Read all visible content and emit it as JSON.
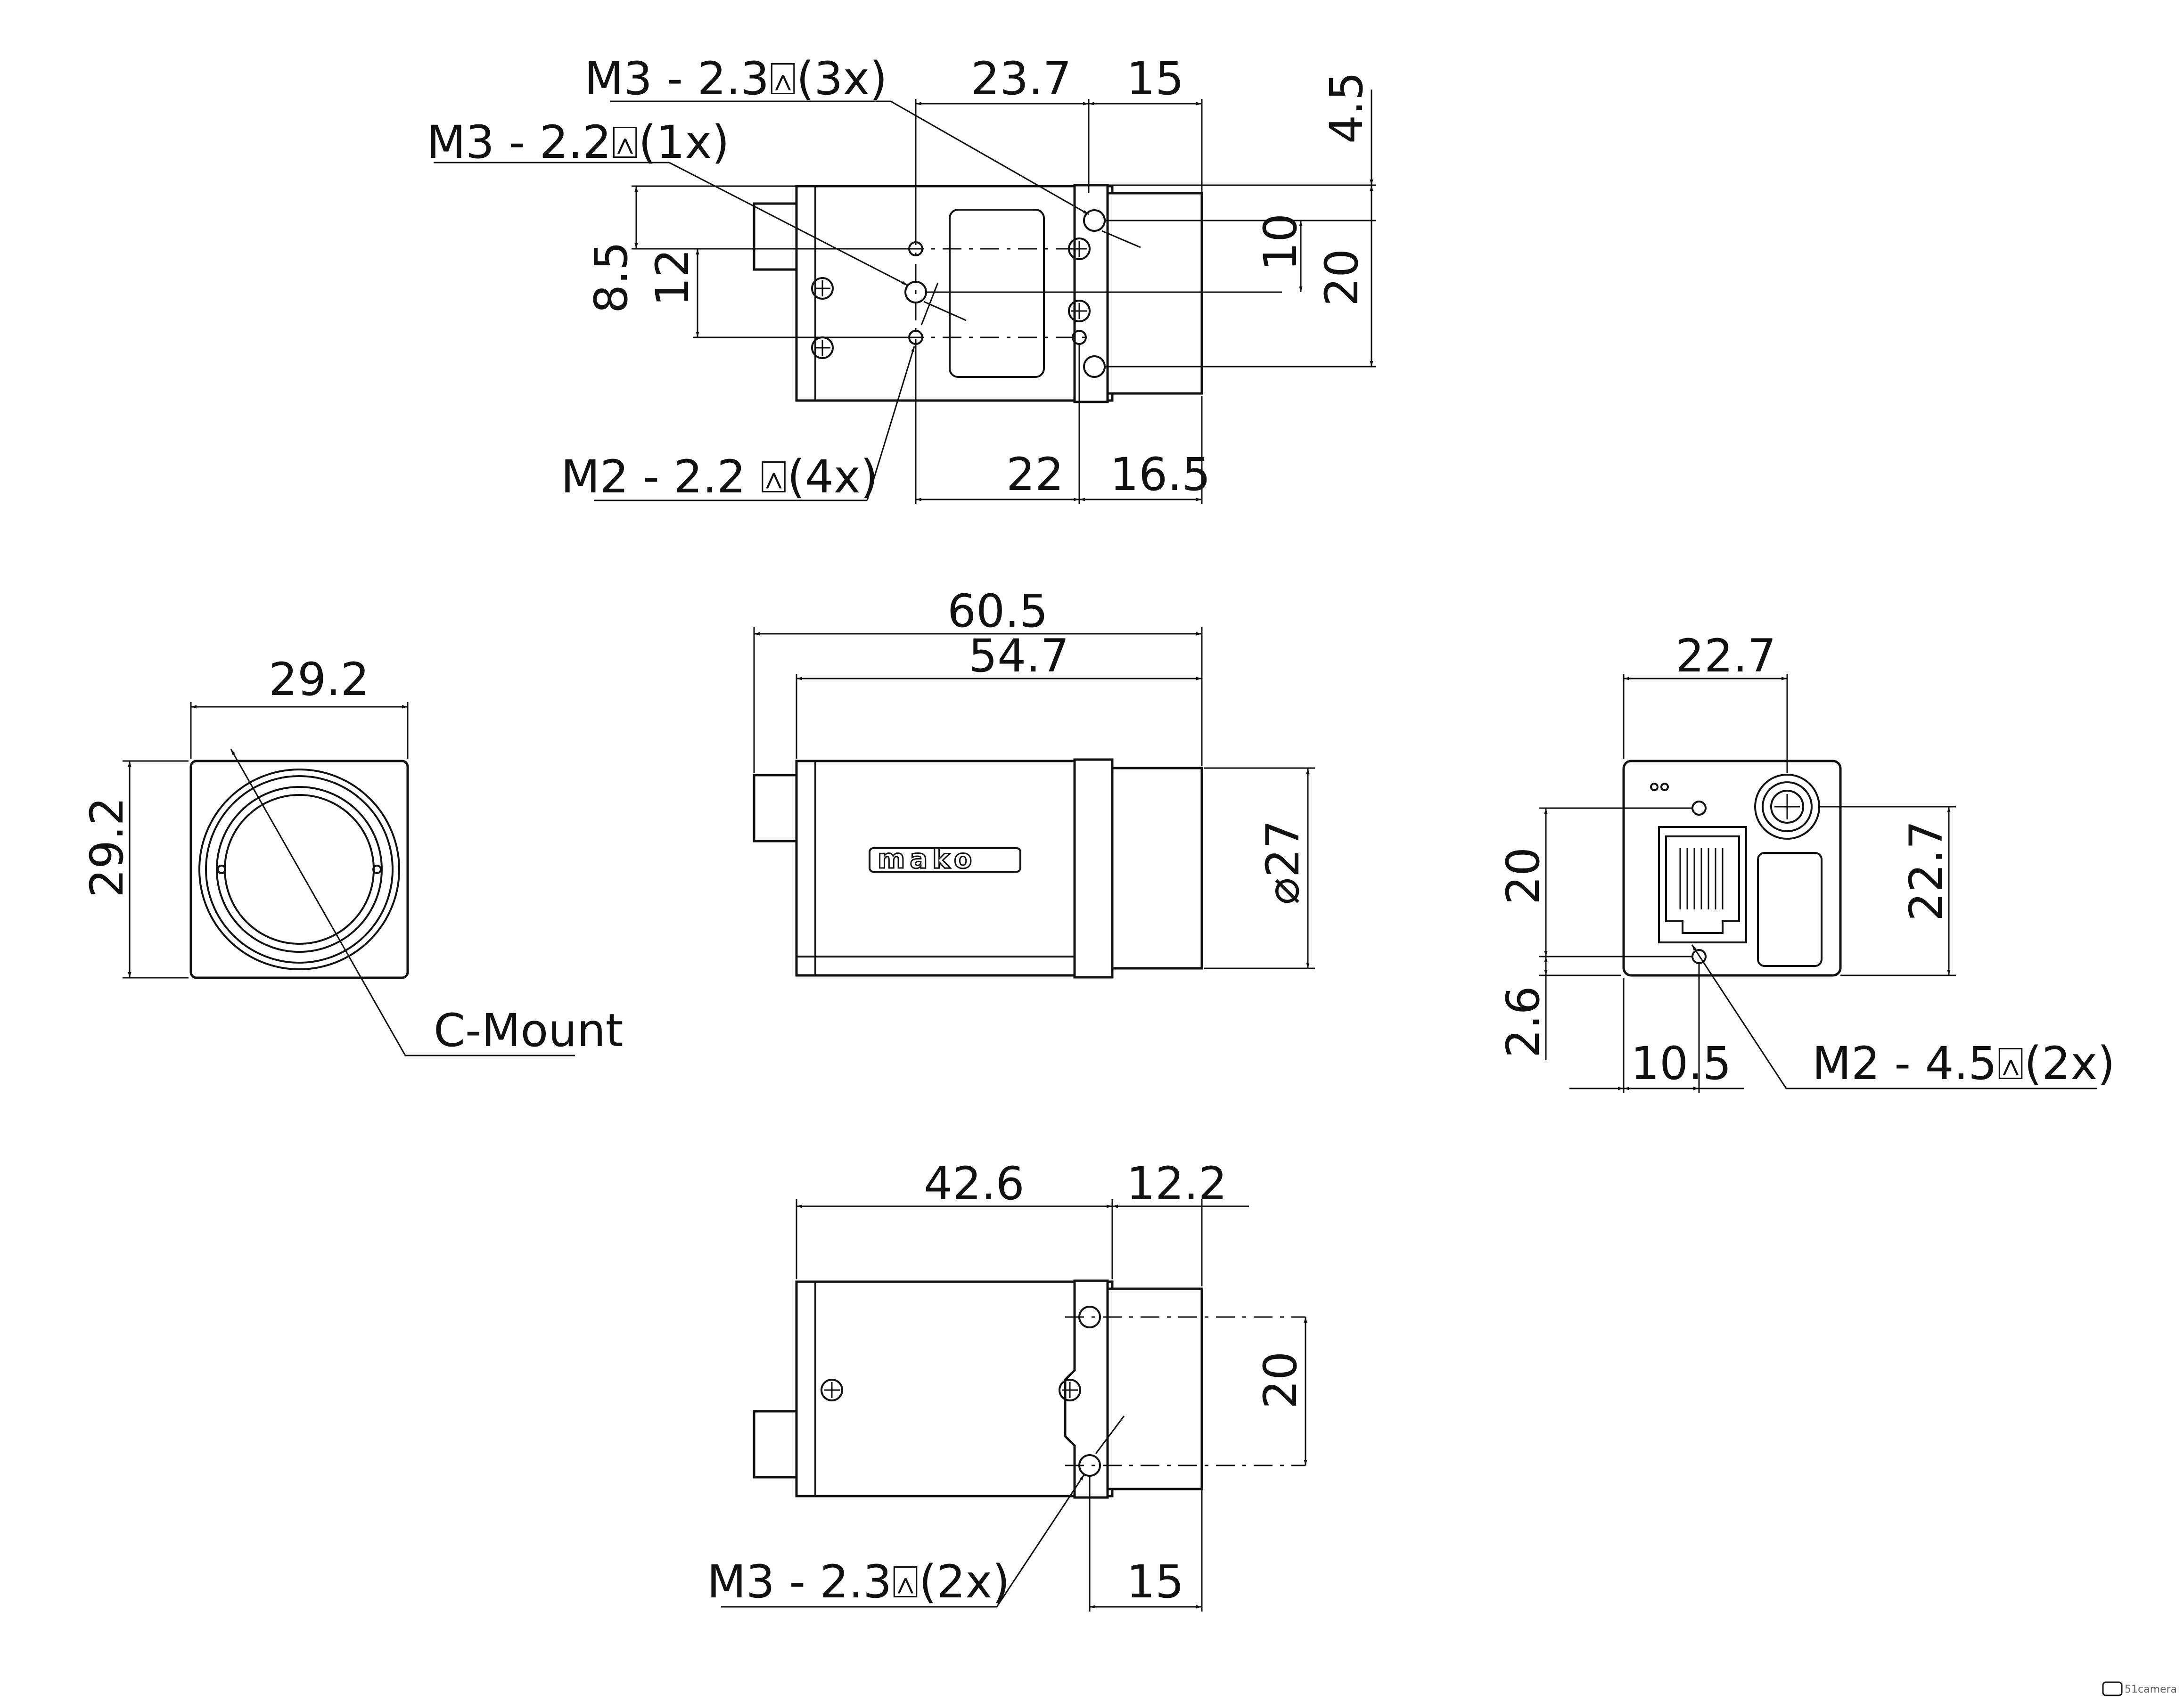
{
  "top_view": {
    "callouts": {
      "m3_23_3x": "M3 - 2.3⍓(3x)",
      "m3_22_1x": "M3 - 2.2⍓(1x)",
      "m2_22_4x": "M2 - 2.2 ⍓(4x)"
    },
    "dims": {
      "d_23_7": "23.7",
      "d_15": "15",
      "d_4_5": "4.5",
      "d_10": "10",
      "d_20": "20",
      "d_8_5": "8.5",
      "d_12": "12",
      "d_22": "22",
      "d_16_5": "16.5"
    }
  },
  "front_view": {
    "dims": {
      "width": "29.2",
      "height": "29.2"
    },
    "callout": "C-Mount"
  },
  "side_view": {
    "dims": {
      "overall": "60.5",
      "body": "54.7",
      "diameter": "⌀27"
    },
    "logo": "mako"
  },
  "rear_view": {
    "dims": {
      "width": "22.7",
      "height": "22.7",
      "d_20": "20",
      "d_2_6": "2.6",
      "d_10_5": "10.5"
    },
    "callout": "M2 - 4.5⍓(2x)"
  },
  "bottom_view": {
    "dims": {
      "d_42_6": "42.6",
      "d_12_2": "12.2",
      "d_20": "20",
      "d_15": "15"
    },
    "callout": "M3 - 2.3⍓(2x)"
  },
  "watermark": "51camera"
}
